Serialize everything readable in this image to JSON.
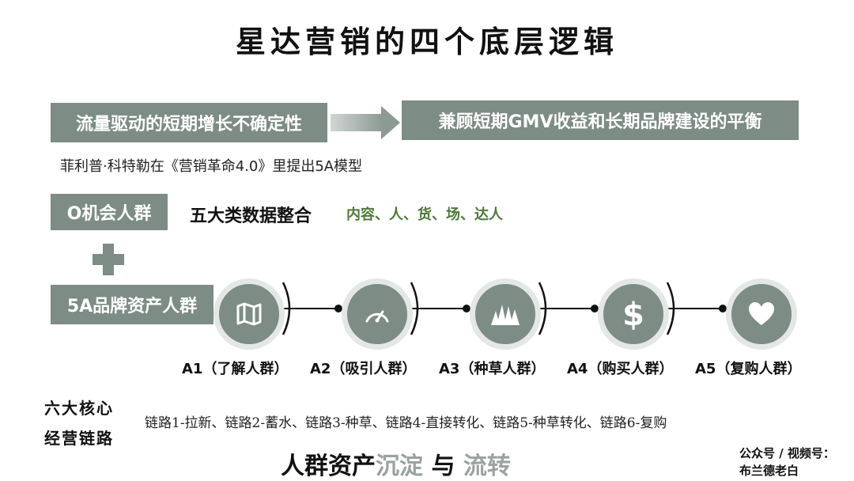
{
  "title": "星达营销的四个底层逻辑",
  "flow": {
    "left_box": "流量驱动的短期增长不确定性",
    "right_box": "兼顾短期GMV收益和长期品牌建设的平衡"
  },
  "source_note": "菲利普·科特勒在《营销革命4.0》里提出5A模型",
  "o_group_label": "O机会人群",
  "data_integration": {
    "title": "五大类数据整合",
    "items": "内容、人、货、场、达人"
  },
  "brand_assets_label": "5A品牌资产人群",
  "stages": [
    {
      "label": "A1（了解人群）",
      "icon": "map-icon"
    },
    {
      "label": "A2（吸引人群）",
      "icon": "gauge-icon"
    },
    {
      "label": "A3（种草人群）",
      "icon": "grass-icon"
    },
    {
      "label": "A4（购买人群）",
      "icon": "dollar-icon"
    },
    {
      "label": "A5（复购人群）",
      "icon": "heart-icon"
    }
  ],
  "core_links": {
    "heading_line1": "六大核心",
    "heading_line2": "经营链路",
    "chains": "链路1-拉新、链路2-蓄水、链路3-种草、链路4-直接转化、链路5-种草转化、链路6-复购"
  },
  "bottom_slogan": {
    "part1": "人群资产",
    "part2": "沉淀",
    "part3": "与",
    "part4": "流转"
  },
  "official_account": {
    "line1": "公众号 / 视频号：",
    "line2": "布兰德老白"
  },
  "colors": {
    "box_grey": "#7d8c85",
    "accent_green": "#4e7a3a",
    "light_grey": "#9aa39e"
  }
}
